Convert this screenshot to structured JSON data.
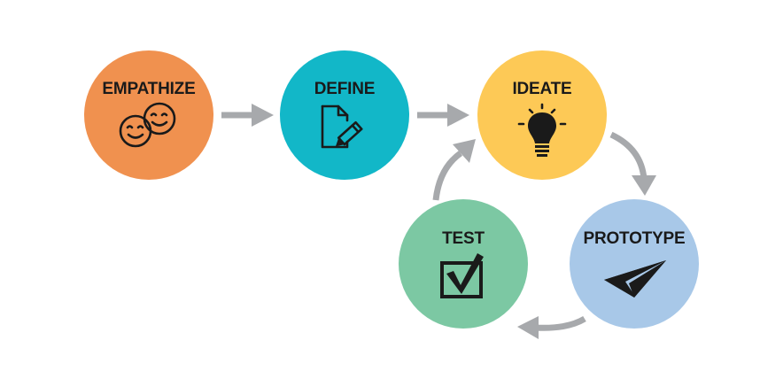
{
  "stages": [
    {
      "label": "EMPATHIZE",
      "color": "#f0914f",
      "icon": "smiling-faces-icon"
    },
    {
      "label": "DEFINE",
      "color": "#12b7c8",
      "icon": "document-pencil-icon"
    },
    {
      "label": "IDEATE",
      "color": "#fdc956",
      "icon": "lightbulb-icon"
    },
    {
      "label": "PROTOTYPE",
      "color": "#a8c8e8",
      "icon": "paper-plane-icon"
    },
    {
      "label": "TEST",
      "color": "#7cc8a3",
      "icon": "checkbox-icon"
    }
  ],
  "colors": {
    "arrow": "#a7a9ac",
    "icon": "#1a1a1a"
  }
}
